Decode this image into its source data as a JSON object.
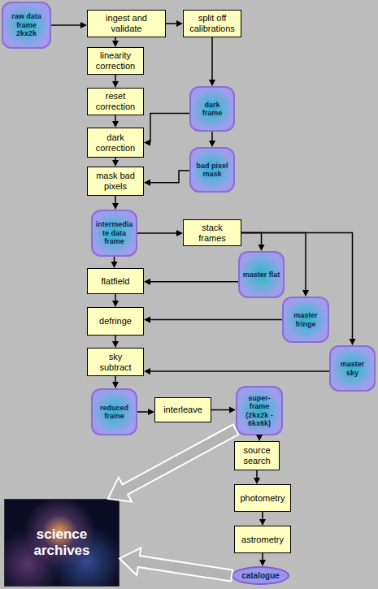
{
  "diagram": {
    "nodes": [
      {
        "text": [
          "raw data frame 2kx2k"
        ]
      },
      {
        "text": [
          "ingest and validate"
        ]
      },
      {
        "text": [
          "split off calibrations"
        ]
      },
      {
        "text": [
          "linearity correction"
        ]
      },
      {
        "text": [
          "reset correction"
        ]
      },
      {
        "text": [
          "dark frame"
        ]
      },
      {
        "text": [
          "dark correction"
        ]
      },
      {
        "text": [
          "bad pixel mask"
        ]
      },
      {
        "text": [
          "mask bad pixels"
        ]
      },
      {
        "text": [
          "intermediate data frame"
        ]
      },
      {
        "text": [
          "stack frames"
        ]
      },
      {
        "text": [
          "master flat"
        ]
      },
      {
        "text": [
          "flatfield"
        ]
      },
      {
        "text": [
          "master fringe"
        ]
      },
      {
        "text": [
          "defringe"
        ]
      },
      {
        "text": [
          "master sky"
        ]
      },
      {
        "text": [
          "sky subtract"
        ]
      },
      {
        "text": [
          "reduced frame"
        ]
      },
      {
        "text": [
          "interleave"
        ]
      },
      {
        "text": [
          "super-frame (2kx2k - 6kx6k)"
        ]
      },
      {
        "text": [
          "source search"
        ]
      },
      {
        "text": [
          "photometry"
        ]
      },
      {
        "text": [
          "astrometry"
        ]
      },
      {
        "text": [
          "catalogue"
        ]
      },
      {
        "text": [
          "science archives"
        ]
      }
    ],
    "edges": [
      {
        "from": 0,
        "to": 1,
        "arrow": "to"
      },
      {
        "from": 1,
        "to": 2,
        "arrow": "to"
      },
      {
        "from": 1,
        "to": 3,
        "arrow": "to"
      },
      {
        "from": 3,
        "to": 4,
        "arrow": "to"
      },
      {
        "from": 4,
        "to": 6,
        "arrow": "to"
      },
      {
        "from": 2,
        "to": 5,
        "arrow": "to"
      },
      {
        "from": 5,
        "to": 6,
        "arrow": "to"
      },
      {
        "from": 5,
        "to": 7,
        "arrow": "to"
      },
      {
        "from": 6,
        "to": 8,
        "arrow": "to"
      },
      {
        "from": 7,
        "to": 8,
        "arrow": "to"
      },
      {
        "from": 8,
        "to": 9,
        "arrow": "to"
      },
      {
        "from": 9,
        "to": 10,
        "arrow": "to"
      },
      {
        "from": 9,
        "to": 12,
        "arrow": "to"
      },
      {
        "from": 10,
        "to": 11,
        "arrow": "to"
      },
      {
        "from": 10,
        "to": 13,
        "arrow": "to"
      },
      {
        "from": 10,
        "to": 15,
        "arrow": "to"
      },
      {
        "from": 11,
        "to": 12,
        "arrow": "to"
      },
      {
        "from": 13,
        "to": 14,
        "arrow": "to"
      },
      {
        "from": 15,
        "to": 16,
        "arrow": "to"
      },
      {
        "from": 12,
        "to": 14,
        "arrow": "to"
      },
      {
        "from": 14,
        "to": 16,
        "arrow": "to"
      },
      {
        "from": 16,
        "to": 17,
        "arrow": "to"
      },
      {
        "from": 17,
        "to": 18,
        "arrow": "to"
      },
      {
        "from": 18,
        "to": 19,
        "arrow": "to"
      },
      {
        "from": 19,
        "to": 20,
        "arrow": "to"
      },
      {
        "from": 20,
        "to": 21,
        "arrow": "to"
      },
      {
        "from": 21,
        "to": 22,
        "arrow": "to"
      },
      {
        "from": 22,
        "to": 23,
        "arrow": "to"
      },
      {
        "from": 19,
        "to": 24,
        "arrow": "to"
      },
      {
        "from": 23,
        "to": 24,
        "arrow": "to"
      }
    ]
  }
}
